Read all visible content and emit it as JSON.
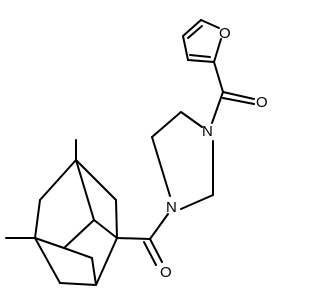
{
  "molecule": {
    "atoms": {
      "furan_oxygen": "O",
      "furoyl_carbonyl_oxygen": "O",
      "piperazine_n_top": "N",
      "piperazine_n_bottom": "N",
      "amide_carbonyl_oxygen": "O"
    },
    "colors": {
      "bond": "#000000",
      "label": "#000000",
      "background": "#ffffff"
    }
  }
}
